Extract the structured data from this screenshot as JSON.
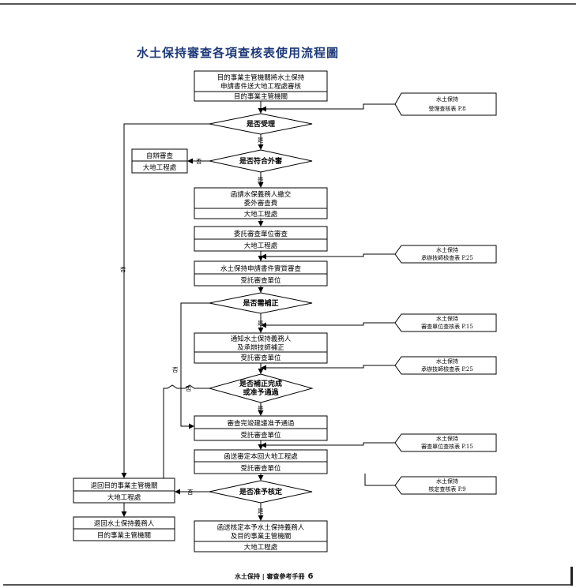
{
  "title": "水土保持審查各項查核表使用流程圖",
  "processes": {
    "p1": {
      "l1": "目的事業主管機關將水土保持",
      "l2": "申請書件送大地工程處審核",
      "owner": "目的事業主管機關"
    },
    "p2": {
      "l1": "函請水保義務人繳交",
      "l2": "委外審查費",
      "owner": "大地工程處"
    },
    "p3": {
      "l1": "委託審查單位審查",
      "owner": "大地工程處"
    },
    "p4": {
      "l1": "水土保持申請書件實質審查",
      "owner": "受託審查單位"
    },
    "p5": {
      "l1": "通知水土保持義務人",
      "l2": "及承辦技師補正",
      "owner": "受託審查單位"
    },
    "p6": {
      "l1": "審查完竣建議准予通過",
      "owner": "受託審查單位"
    },
    "p7": {
      "l1": "函送審定本回大地工程處",
      "owner": "受託審查單位"
    },
    "p8": {
      "l1": "函送核定本予水土保持義務人",
      "l2": "及目的事業主管機關",
      "owner": "大地工程處"
    },
    "self": {
      "l1": "自辦審查",
      "owner": "大地工程處"
    },
    "ret1": {
      "l1": "退回目的事業主管機關",
      "owner": "大地工程處"
    },
    "ret2": {
      "l1": "退回水土保持義務人",
      "owner": "目的事業主管機關"
    }
  },
  "decisions": {
    "d1": "是否受理",
    "d2": "是否符合外審",
    "d3": "是否需補正",
    "d4_l1": "是否補正完成",
    "d4_l2": "或准予通過",
    "d5": "是否准予核定"
  },
  "refs": {
    "r1": {
      "l1": "水土保持",
      "l2": "受理查核表 P.8"
    },
    "r2": {
      "l1": "水土保持",
      "l2": "承辦技師檢查表 P.25"
    },
    "r3": {
      "l1": "水土保持",
      "l2": "審查單位查核表 P.15"
    },
    "r4": {
      "l1": "水土保持",
      "l2": "承辦技師檢查表 P.25"
    },
    "r5": {
      "l1": "水土保持",
      "l2": "審查單位查核表 P.15"
    },
    "r6": {
      "l1": "水土保持",
      "l2": "核定查核表 P.9"
    }
  },
  "labels": {
    "yes": "是",
    "no": "否"
  },
  "footer": {
    "text": "水土保持 | 審查參考手冊",
    "page": "6"
  }
}
